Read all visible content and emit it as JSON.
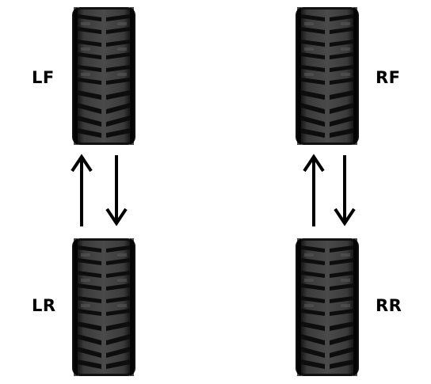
{
  "labels": {
    "left_front": "LF",
    "right_front": "RF",
    "left_rear": "LR",
    "right_rear": "RR"
  },
  "icons": {
    "tire": "tire-icon",
    "arrow_up": "arrow-up-icon",
    "arrow_down": "arrow-down-icon"
  },
  "colors": {
    "tire": "#1a1a1a",
    "arrow": "#000000"
  }
}
